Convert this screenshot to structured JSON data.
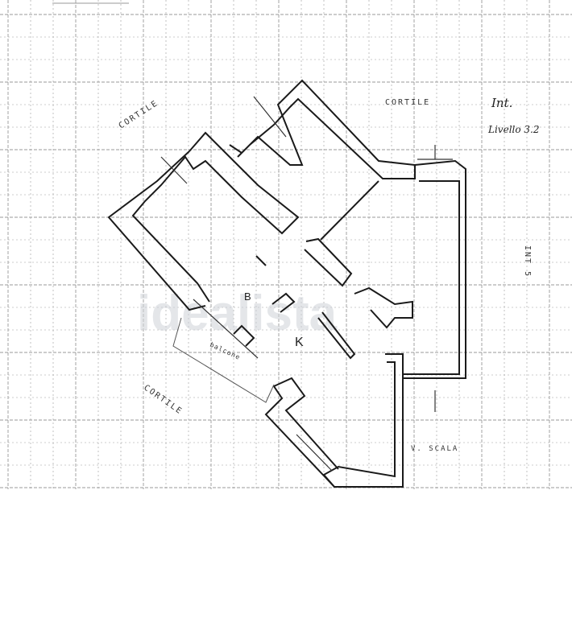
{
  "plan": {
    "labels": {
      "courtyard_top_left": "CORTILE",
      "courtyard_top_right": "CORTILE",
      "courtyard_bottom": "CORTILE",
      "unit": "INT 5",
      "stairs": "V. SCALA",
      "room_b": "B",
      "room_k": "K",
      "balcony": "balcone"
    },
    "handwriting": {
      "line1": "Int.",
      "line2": "Livello 3.2"
    },
    "watermark": "idealista"
  }
}
